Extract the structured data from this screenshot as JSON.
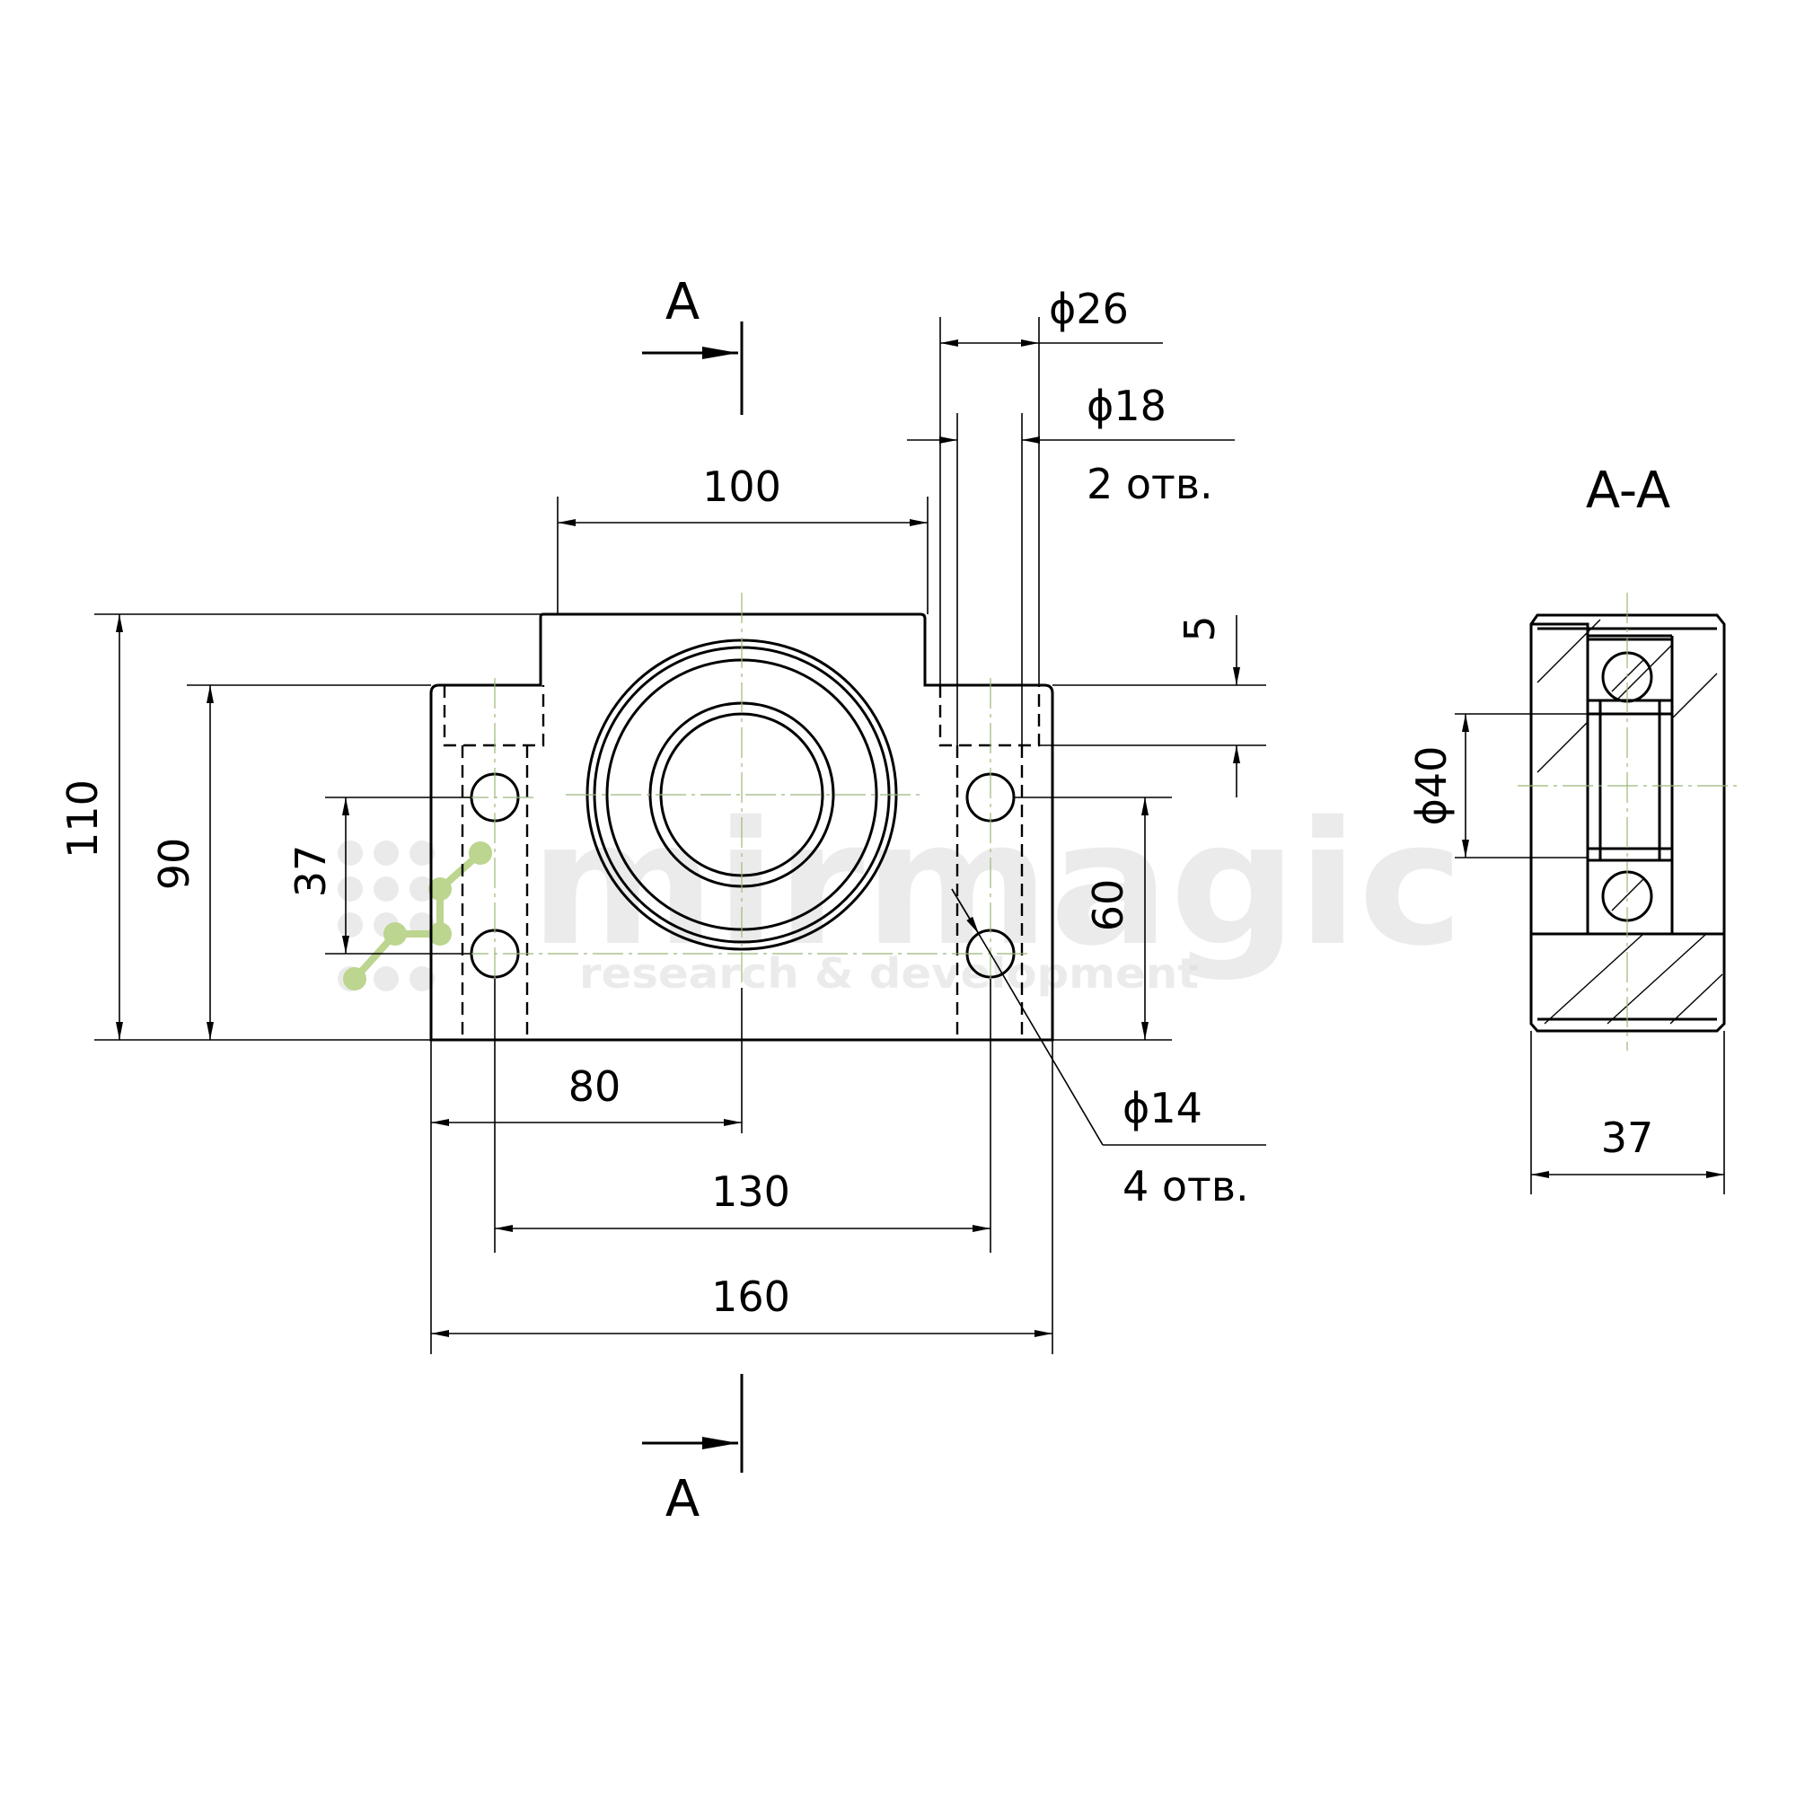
{
  "section_marks": {
    "top": "A",
    "bottom": "A"
  },
  "section_view": {
    "title": "A-A",
    "diameter": "ϕ40",
    "width": "37"
  },
  "dimensions": {
    "top_width": "100",
    "overall_height": "110",
    "base_height": "90",
    "hole_spacing_v": "37",
    "edge_to_center": "80",
    "hole_spacing_h": "130",
    "overall_width": "160",
    "counterbore_depth": "5",
    "hole_pair_height": "60"
  },
  "callouts": {
    "counterbore_dia": "ϕ26",
    "through_dia": "ϕ18",
    "through_count": "2 отв.",
    "mount_hole_dia": "ϕ14",
    "mount_hole_count": "4 отв."
  },
  "watermark": {
    "brand": "mirmagic",
    "tagline": "research & development"
  }
}
